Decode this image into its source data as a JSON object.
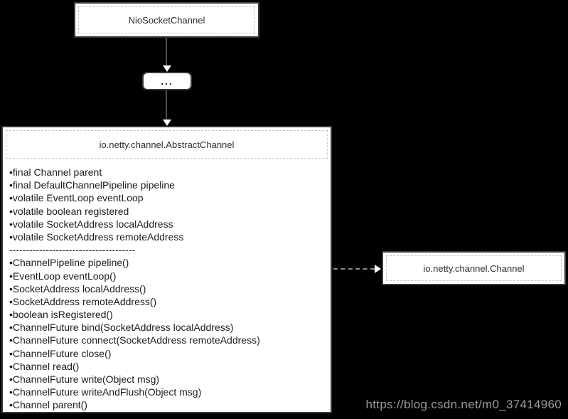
{
  "diagram": {
    "nodes": {
      "nio_socket_channel": {
        "label": "NioSocketChannel"
      },
      "ellipsis": {
        "label": "..."
      },
      "abstract_channel": {
        "title": "io.netty.channel.AbstractChannel",
        "fields": [
          "•final Channel parent",
          "•final DefaultChannelPipeline pipeline",
          "•volatile EventLoop eventLoop",
          "•volatile boolean registered",
          "•volatile SocketAddress localAddress",
          "•volatile SocketAddress remoteAddress"
        ],
        "separator": "--------------------------------------",
        "methods": [
          "•ChannelPipeline pipeline()",
          "•EventLoop eventLoop()",
          "•SocketAddress localAddress()",
          "•SocketAddress remoteAddress()",
          "•boolean isRegistered()",
          "•ChannelFuture bind(SocketAddress localAddress)",
          "•ChannelFuture connect(SocketAddress remoteAddress)",
          "•ChannelFuture close()",
          "•Channel read()",
          "•ChannelFuture write(Object msg)",
          "•ChannelFuture writeAndFlush(Object msg)",
          "•Channel parent()"
        ]
      },
      "channel": {
        "label": "io.netty.channel.Channel"
      }
    },
    "watermark": "https://blog.csdn.net/m0_37414960",
    "colors": {
      "background": "#000000",
      "node_fill": "#ffffff",
      "node_border": "#3a3a3a",
      "inner_dashed_border": "#c9c9c9",
      "arrow_line": "#4d4d4d",
      "arrow_head": "#ffffff",
      "dashed_arrow_line": "#8a8a8a",
      "text": "#1c1c1c",
      "watermark_text": "#9b9b9b"
    }
  }
}
